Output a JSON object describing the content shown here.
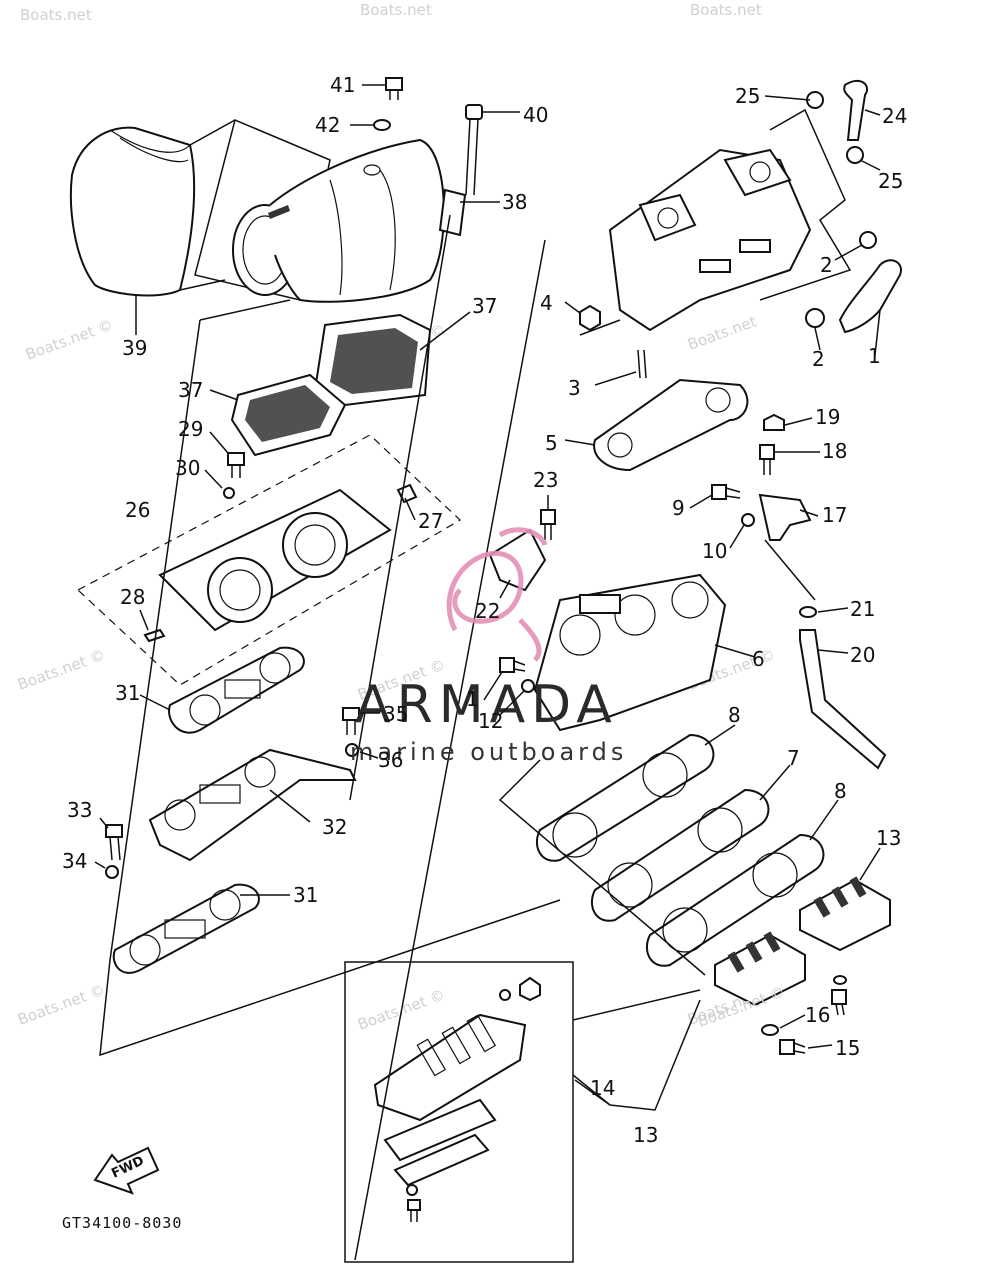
{
  "watermarks": [
    "Boats.net",
    "Boats.net",
    "Boats.net",
    "Boats.net",
    "Boats.net ©",
    "Boats.net ©",
    "Boats.net ©",
    "Boats.net ©",
    "Boats.net ©",
    "Boats.net ©",
    "Boats.net ©",
    "Boats.net ©",
    "Boats.net ©"
  ],
  "brand": {
    "name": "ARMADA",
    "tagline": "marine outboards",
    "accent_color": "#e38fb6"
  },
  "diagram_code": "GT34100-8030",
  "fwd_label": "FWD",
  "callouts": [
    "1",
    "2",
    "2",
    "3",
    "4",
    "5",
    "6",
    "7",
    "8",
    "8",
    "9",
    "10",
    "12",
    "1",
    "13",
    "13",
    "14",
    "15",
    "16",
    "17",
    "18",
    "19",
    "20",
    "21",
    "22",
    "23",
    "24",
    "25",
    "25",
    "26",
    "27",
    "28",
    "29",
    "30",
    "31",
    "31",
    "32",
    "33",
    "34",
    "35",
    "36",
    "37",
    "37",
    "38",
    "39",
    "40",
    "41",
    "42"
  ]
}
